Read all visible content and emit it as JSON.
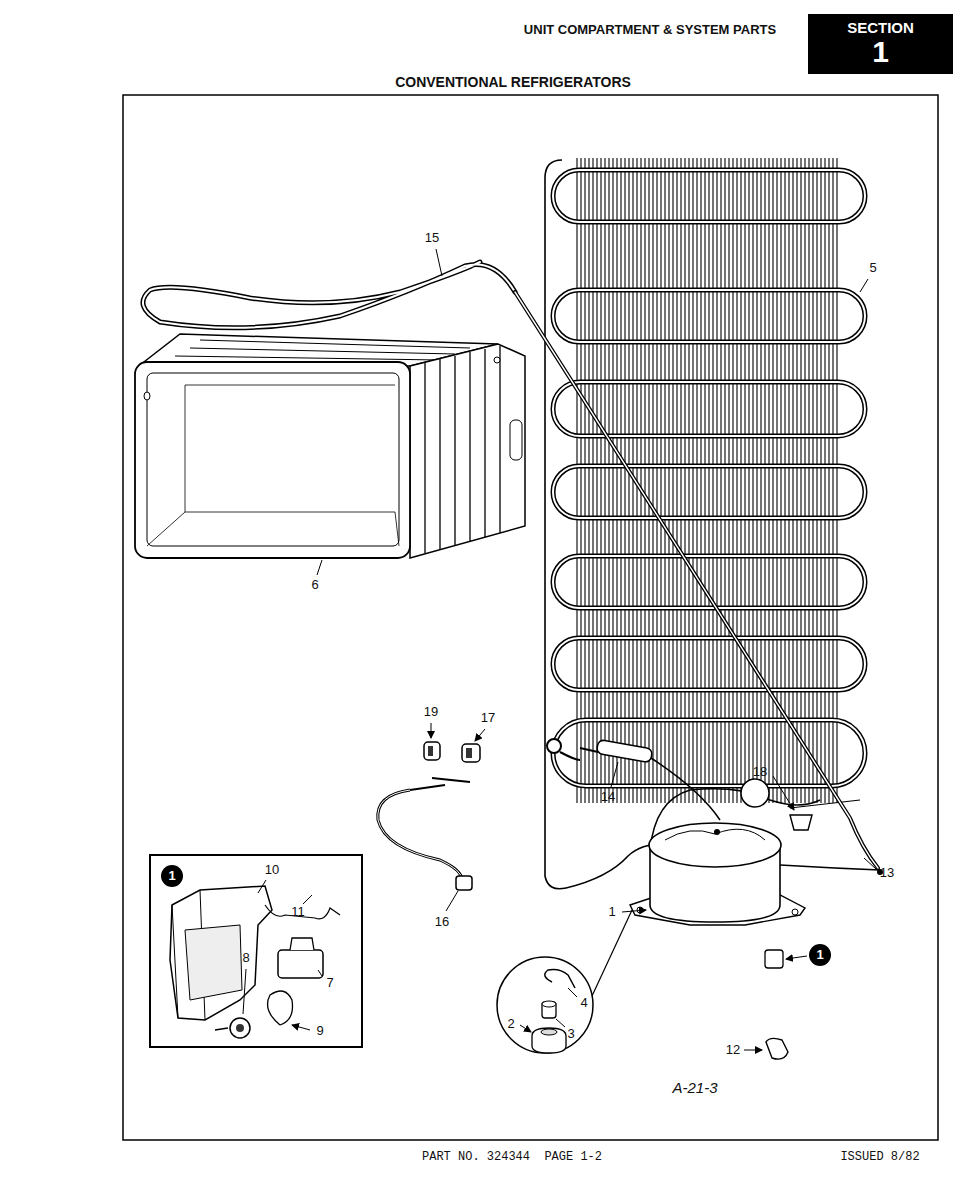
{
  "diagram": {
    "title": "CONVENTIONAL REFRIGERATORS",
    "nodes": [
      {
        "text": [
          "SECTION",
          "1"
        ]
      },
      {
        "text": [
          "1"
        ]
      },
      {
        "text": [
          "1"
        ]
      }
    ],
    "labels": [
      "UNIT COMPARTMENT & SYSTEM PARTS",
      "15",
      "5",
      "6",
      "19",
      "17",
      "18",
      "14",
      "13",
      "10",
      "11",
      "16",
      "1",
      "7",
      "8",
      "9",
      "4",
      "3",
      "2",
      "12",
      "A-21-3",
      "PART NO. 324344  PAGE 1-2",
      "ISSUED 8/82"
    ]
  }
}
